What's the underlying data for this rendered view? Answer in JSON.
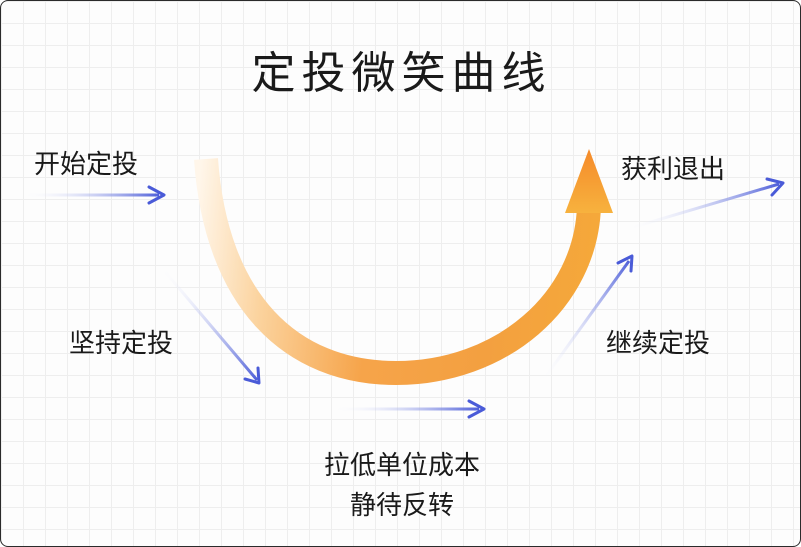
{
  "title": "定投微笑曲线",
  "stages": {
    "start": "开始定投",
    "hold": "坚持定投",
    "lower_cost_line1": "拉低单位成本",
    "lower_cost_line2": "静待反转",
    "continue": "继续定投",
    "exit": "获利退出"
  },
  "colors": {
    "curve_start": "#fff4e6",
    "curve_mid": "#f5a23a",
    "curve_end": "#f07a28",
    "arrow": "#4a5bd8",
    "arrow_fade": "#ffffff",
    "text": "#1a1a1a",
    "grid": "#eeeeee"
  }
}
